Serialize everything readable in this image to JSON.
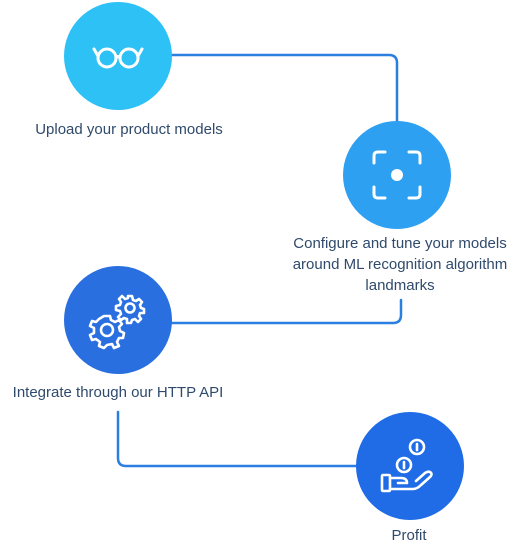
{
  "colors": {
    "connector": "#2a7fe0",
    "text": "#2f4a6b",
    "step1": "#2ec1f5",
    "step2": "#2ea0f2",
    "step3": "#2a6fe0",
    "step4": "#1f6ce6",
    "icon": "#ffffff"
  },
  "steps": [
    {
      "label": "Upload your product models",
      "icon": "glasses-icon"
    },
    {
      "label_lines": [
        "Configure and tune your models",
        "around ML recognition algorithm",
        "landmarks"
      ],
      "icon": "focus-frame-icon"
    },
    {
      "label": "Integrate through our HTTP API",
      "icon": "gears-icon"
    },
    {
      "label": "Profit",
      "icon": "coins-in-hand-icon"
    }
  ]
}
